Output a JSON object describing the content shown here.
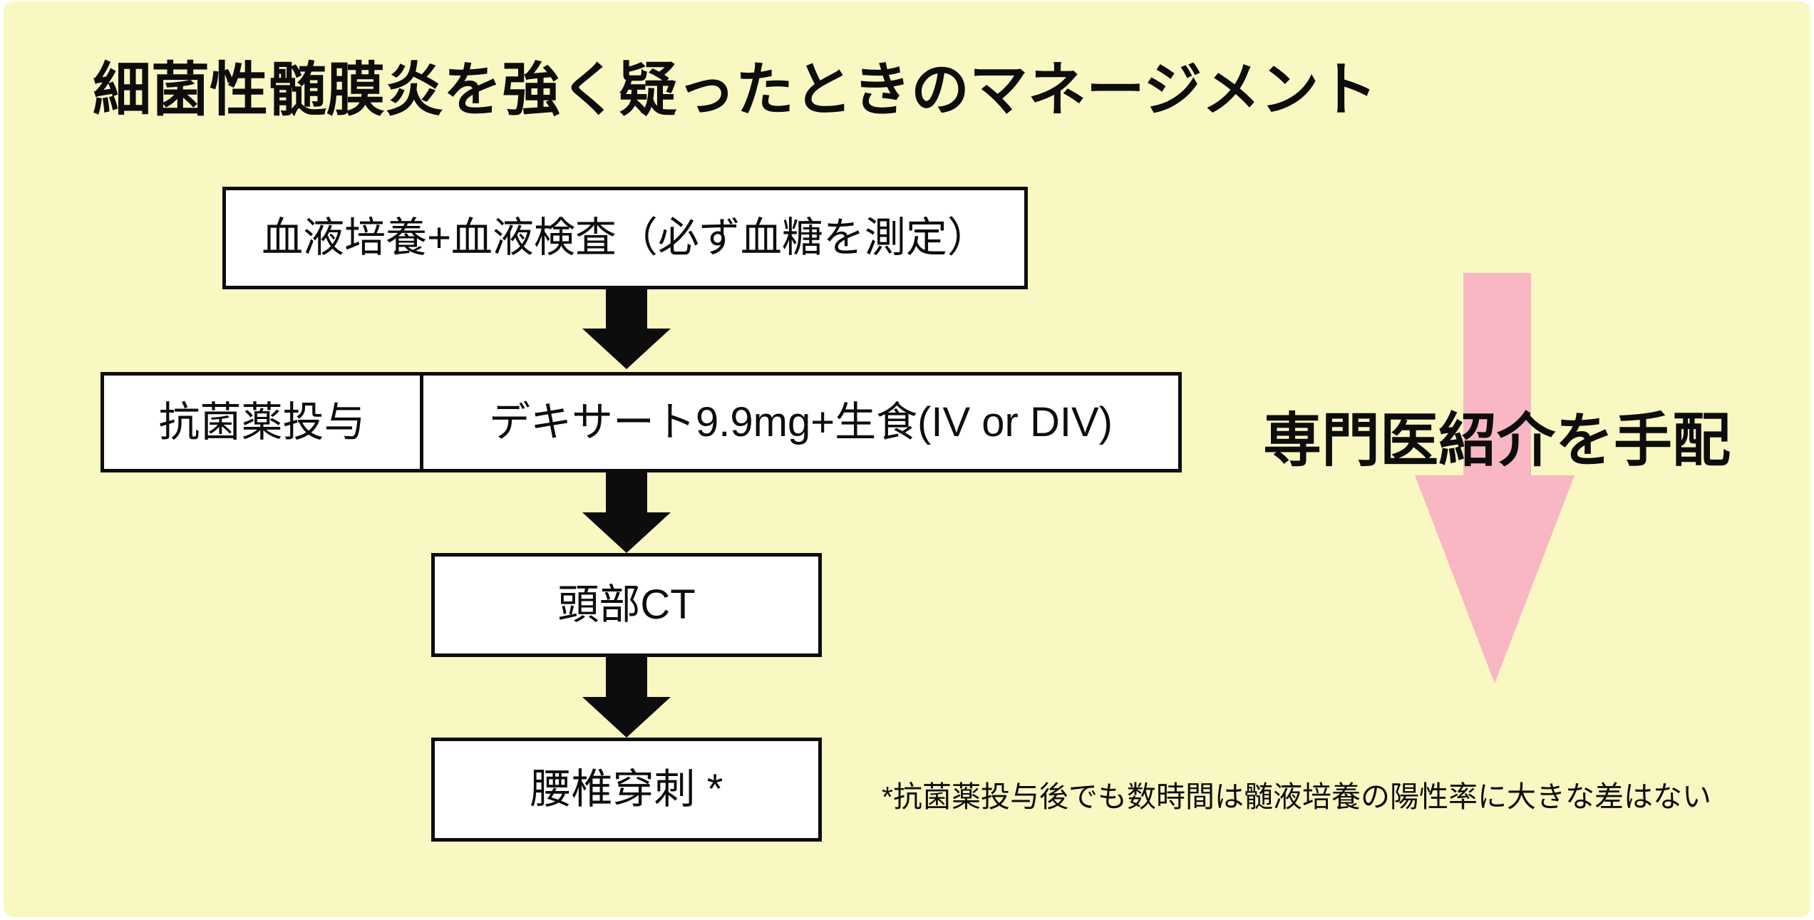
{
  "title": "細菌性髄膜炎を強く疑ったときのマネージメント",
  "flow": {
    "step1": {
      "label": "血液培養+血液検査（必ず血糖を測定）"
    },
    "step2": {
      "left": "抗菌薬投与",
      "right": "デキサート9.9mg+生食(IV or DIV)"
    },
    "step3": {
      "label": "頭部CT"
    },
    "step4": {
      "label": "腰椎穿刺 *"
    }
  },
  "referral": {
    "label": "専門医紹介を手配"
  },
  "footnote": "*抗菌薬投与後でも数時間は髄液培養の陽性率に大きな差はない",
  "colors": {
    "background": "#faf8c2",
    "frame": "#ffffff",
    "box_fill": "#ffffff",
    "box_border": "#0d0d0d",
    "text": "#0d0d0d",
    "flow_arrow": "#0d0d0d",
    "referral_arrow": "#f8b7c2"
  }
}
